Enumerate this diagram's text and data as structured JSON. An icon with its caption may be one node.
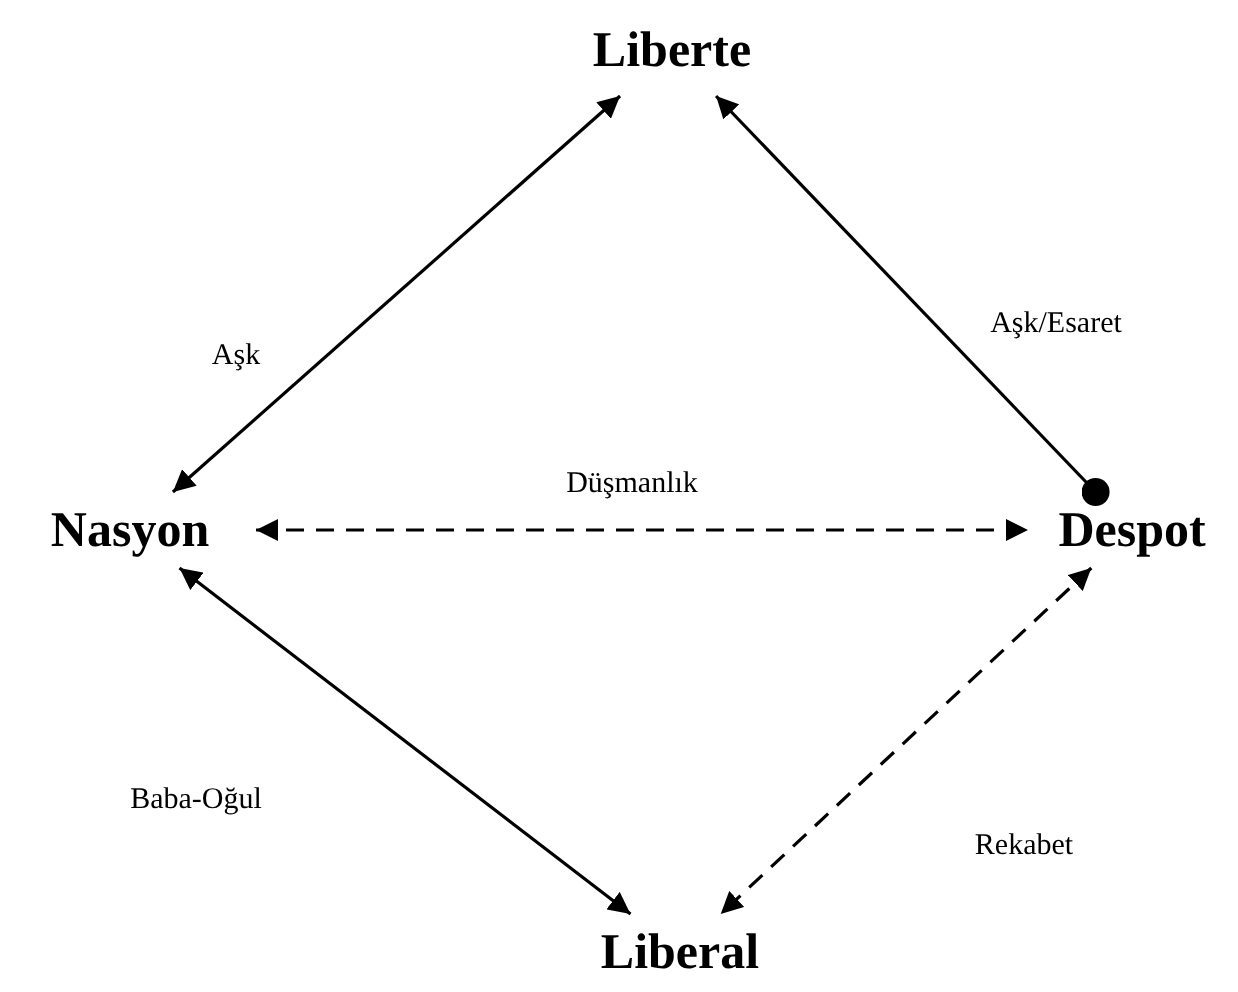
{
  "diagram": {
    "nodes": [
      {
        "text": [
          "Liberte"
        ]
      },
      {
        "text": [
          "Nasyon"
        ]
      },
      {
        "text": [
          "Despot"
        ]
      },
      {
        "text": [
          "Liberal"
        ]
      }
    ],
    "edges": [
      {
        "from": 1,
        "to": 0,
        "arrow": "both",
        "label": "Aşk"
      },
      {
        "from": 2,
        "to": 0,
        "arrow": "to",
        "label": "Aşk/Esaret"
      },
      {
        "from": 1,
        "to": 2,
        "arrow": "both",
        "label": "Düşmanlık",
        "style": "dashed"
      },
      {
        "from": 1,
        "to": 3,
        "arrow": "both",
        "label": "Baba-Oğul"
      },
      {
        "from": 2,
        "to": 3,
        "arrow": "both",
        "label": "Rekabet",
        "style": "dashed"
      }
    ]
  }
}
